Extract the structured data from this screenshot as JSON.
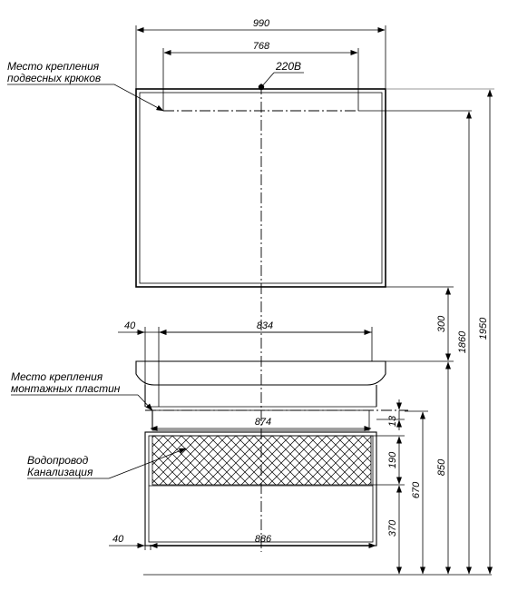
{
  "dimensions": {
    "mirror_width": "990",
    "hooks_spacing": "768",
    "socket": "220В",
    "cabinet_top_width": "834",
    "offset_top": "40",
    "cabinet_inner_width": "874",
    "cabinet_bottom_width": "886",
    "offset_bottom": "40",
    "h_300": "300",
    "h_1860": "1860",
    "h_1950": "1950",
    "h_13": "13",
    "h_190": "190",
    "h_850": "850",
    "h_670": "670",
    "h_370": "370"
  },
  "labels": {
    "hooks_line1": "Место крепления",
    "hooks_line2": "подвесных крюков",
    "plates_line1": "Место крепления",
    "plates_line2": "монтажных пластин",
    "water": "Водопровод",
    "sewer": "Канализация"
  }
}
